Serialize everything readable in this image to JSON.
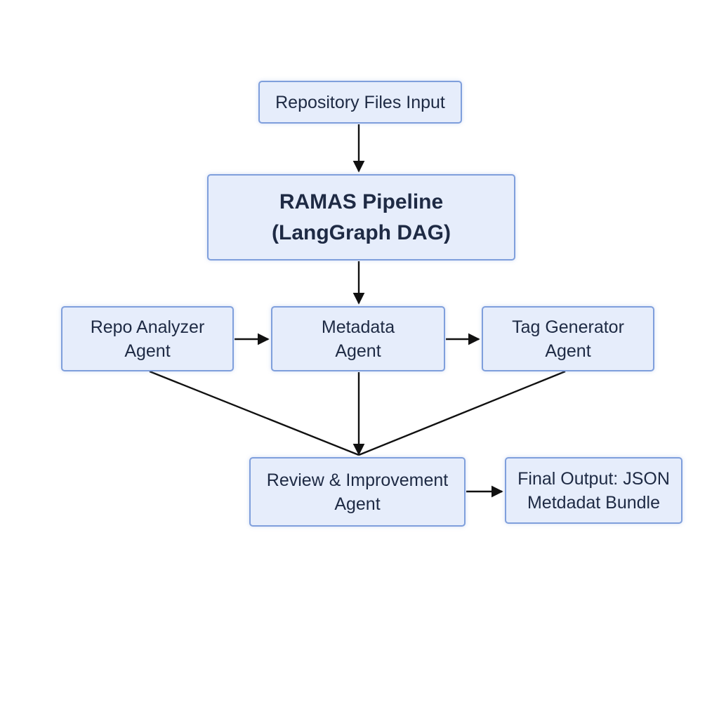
{
  "diagram": {
    "nodes": {
      "input": {
        "line1": "Repository Files Input"
      },
      "ramas": {
        "line1": "RAMAS Pipeline",
        "line2": "(LangGraph DAG)"
      },
      "repo": {
        "line1": "Repo Analyzer",
        "line2": "Agent"
      },
      "meta": {
        "line1": "Metadata",
        "line2": "Agent"
      },
      "tag": {
        "line1": "Tag Generator",
        "line2": "Agent"
      },
      "review": {
        "line1": "Review & Improvement",
        "line2": "Agent"
      },
      "final": {
        "line1": "Final Output: JSON",
        "line2": "Metdadat Bundle"
      }
    },
    "edges": [
      {
        "from": "Repository Files Input",
        "to": "RAMAS Pipeline"
      },
      {
        "from": "RAMAS Pipeline",
        "to": "Metadata Agent"
      },
      {
        "from": "Repo Analyzer Agent",
        "to": "Metadata Agent"
      },
      {
        "from": "Metadata Agent",
        "to": "Tag Generator Agent"
      },
      {
        "from": "Repo Analyzer Agent",
        "to": "Review & Improvement Agent"
      },
      {
        "from": "Metadata Agent",
        "to": "Review & Improvement Agent"
      },
      {
        "from": "Tag Generator Agent",
        "to": "Review & Improvement Agent"
      },
      {
        "from": "Review & Improvement Agent",
        "to": "Final Output: JSON Metdadat Bundle"
      }
    ],
    "colors": {
      "node_fill": "#e6edfb",
      "node_border": "#7f9fdc",
      "edge": "#111111",
      "text": "#1e2a44"
    }
  }
}
